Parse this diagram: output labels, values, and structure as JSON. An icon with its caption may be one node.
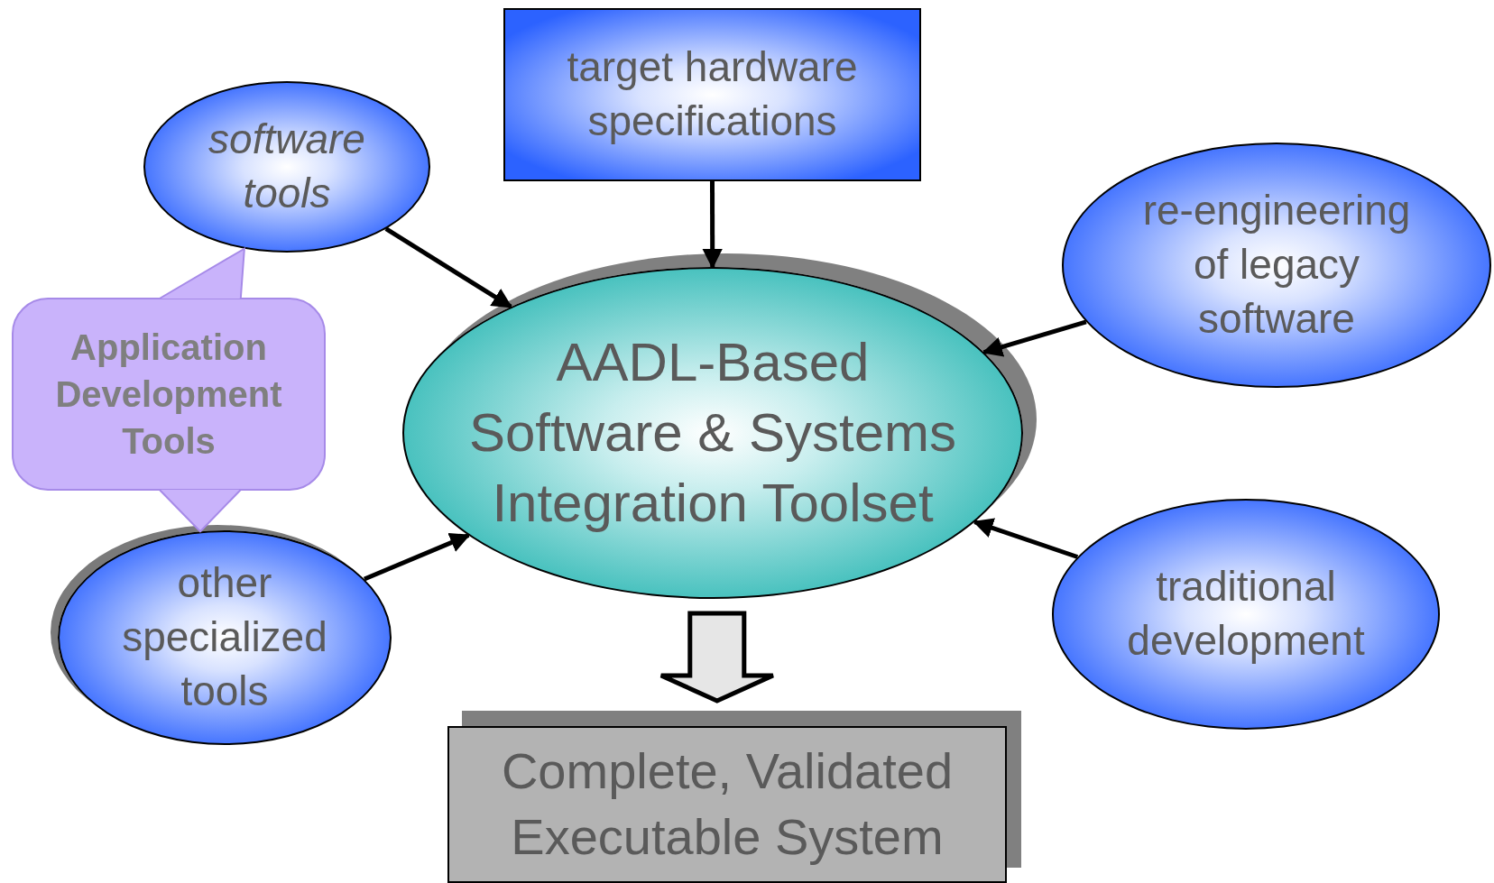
{
  "diagram": {
    "nodes": [
      {
        "text": [
          "software tools"
        ]
      },
      {
        "text": [
          "target hardware specifications"
        ]
      },
      {
        "text": [
          "re-engineering of legacy software"
        ]
      },
      {
        "text": [
          "Application Development Tools"
        ]
      },
      {
        "text": [
          "other specialized tools"
        ]
      },
      {
        "text": [
          "AADL-Based Software & Systems Integration Toolset"
        ]
      },
      {
        "text": [
          "traditional development"
        ]
      },
      {
        "text": [
          "Complete, Validated Executable System"
        ]
      }
    ],
    "edges": [
      {
        "from": 0,
        "to": 5,
        "arrow": "to"
      },
      {
        "from": 1,
        "to": 5,
        "arrow": "to"
      },
      {
        "from": 2,
        "to": 5,
        "arrow": "to"
      },
      {
        "from": 4,
        "to": 5,
        "arrow": "to"
      },
      {
        "from": 6,
        "to": 5,
        "arrow": "to"
      },
      {
        "from": 5,
        "to": 7,
        "arrow": "to",
        "style": "thick"
      },
      {
        "from": 3,
        "to": 0,
        "arrow": "to",
        "color": "#a68ae8"
      },
      {
        "from": 3,
        "to": 4,
        "arrow": "to",
        "color": "#a68ae8"
      }
    ]
  }
}
